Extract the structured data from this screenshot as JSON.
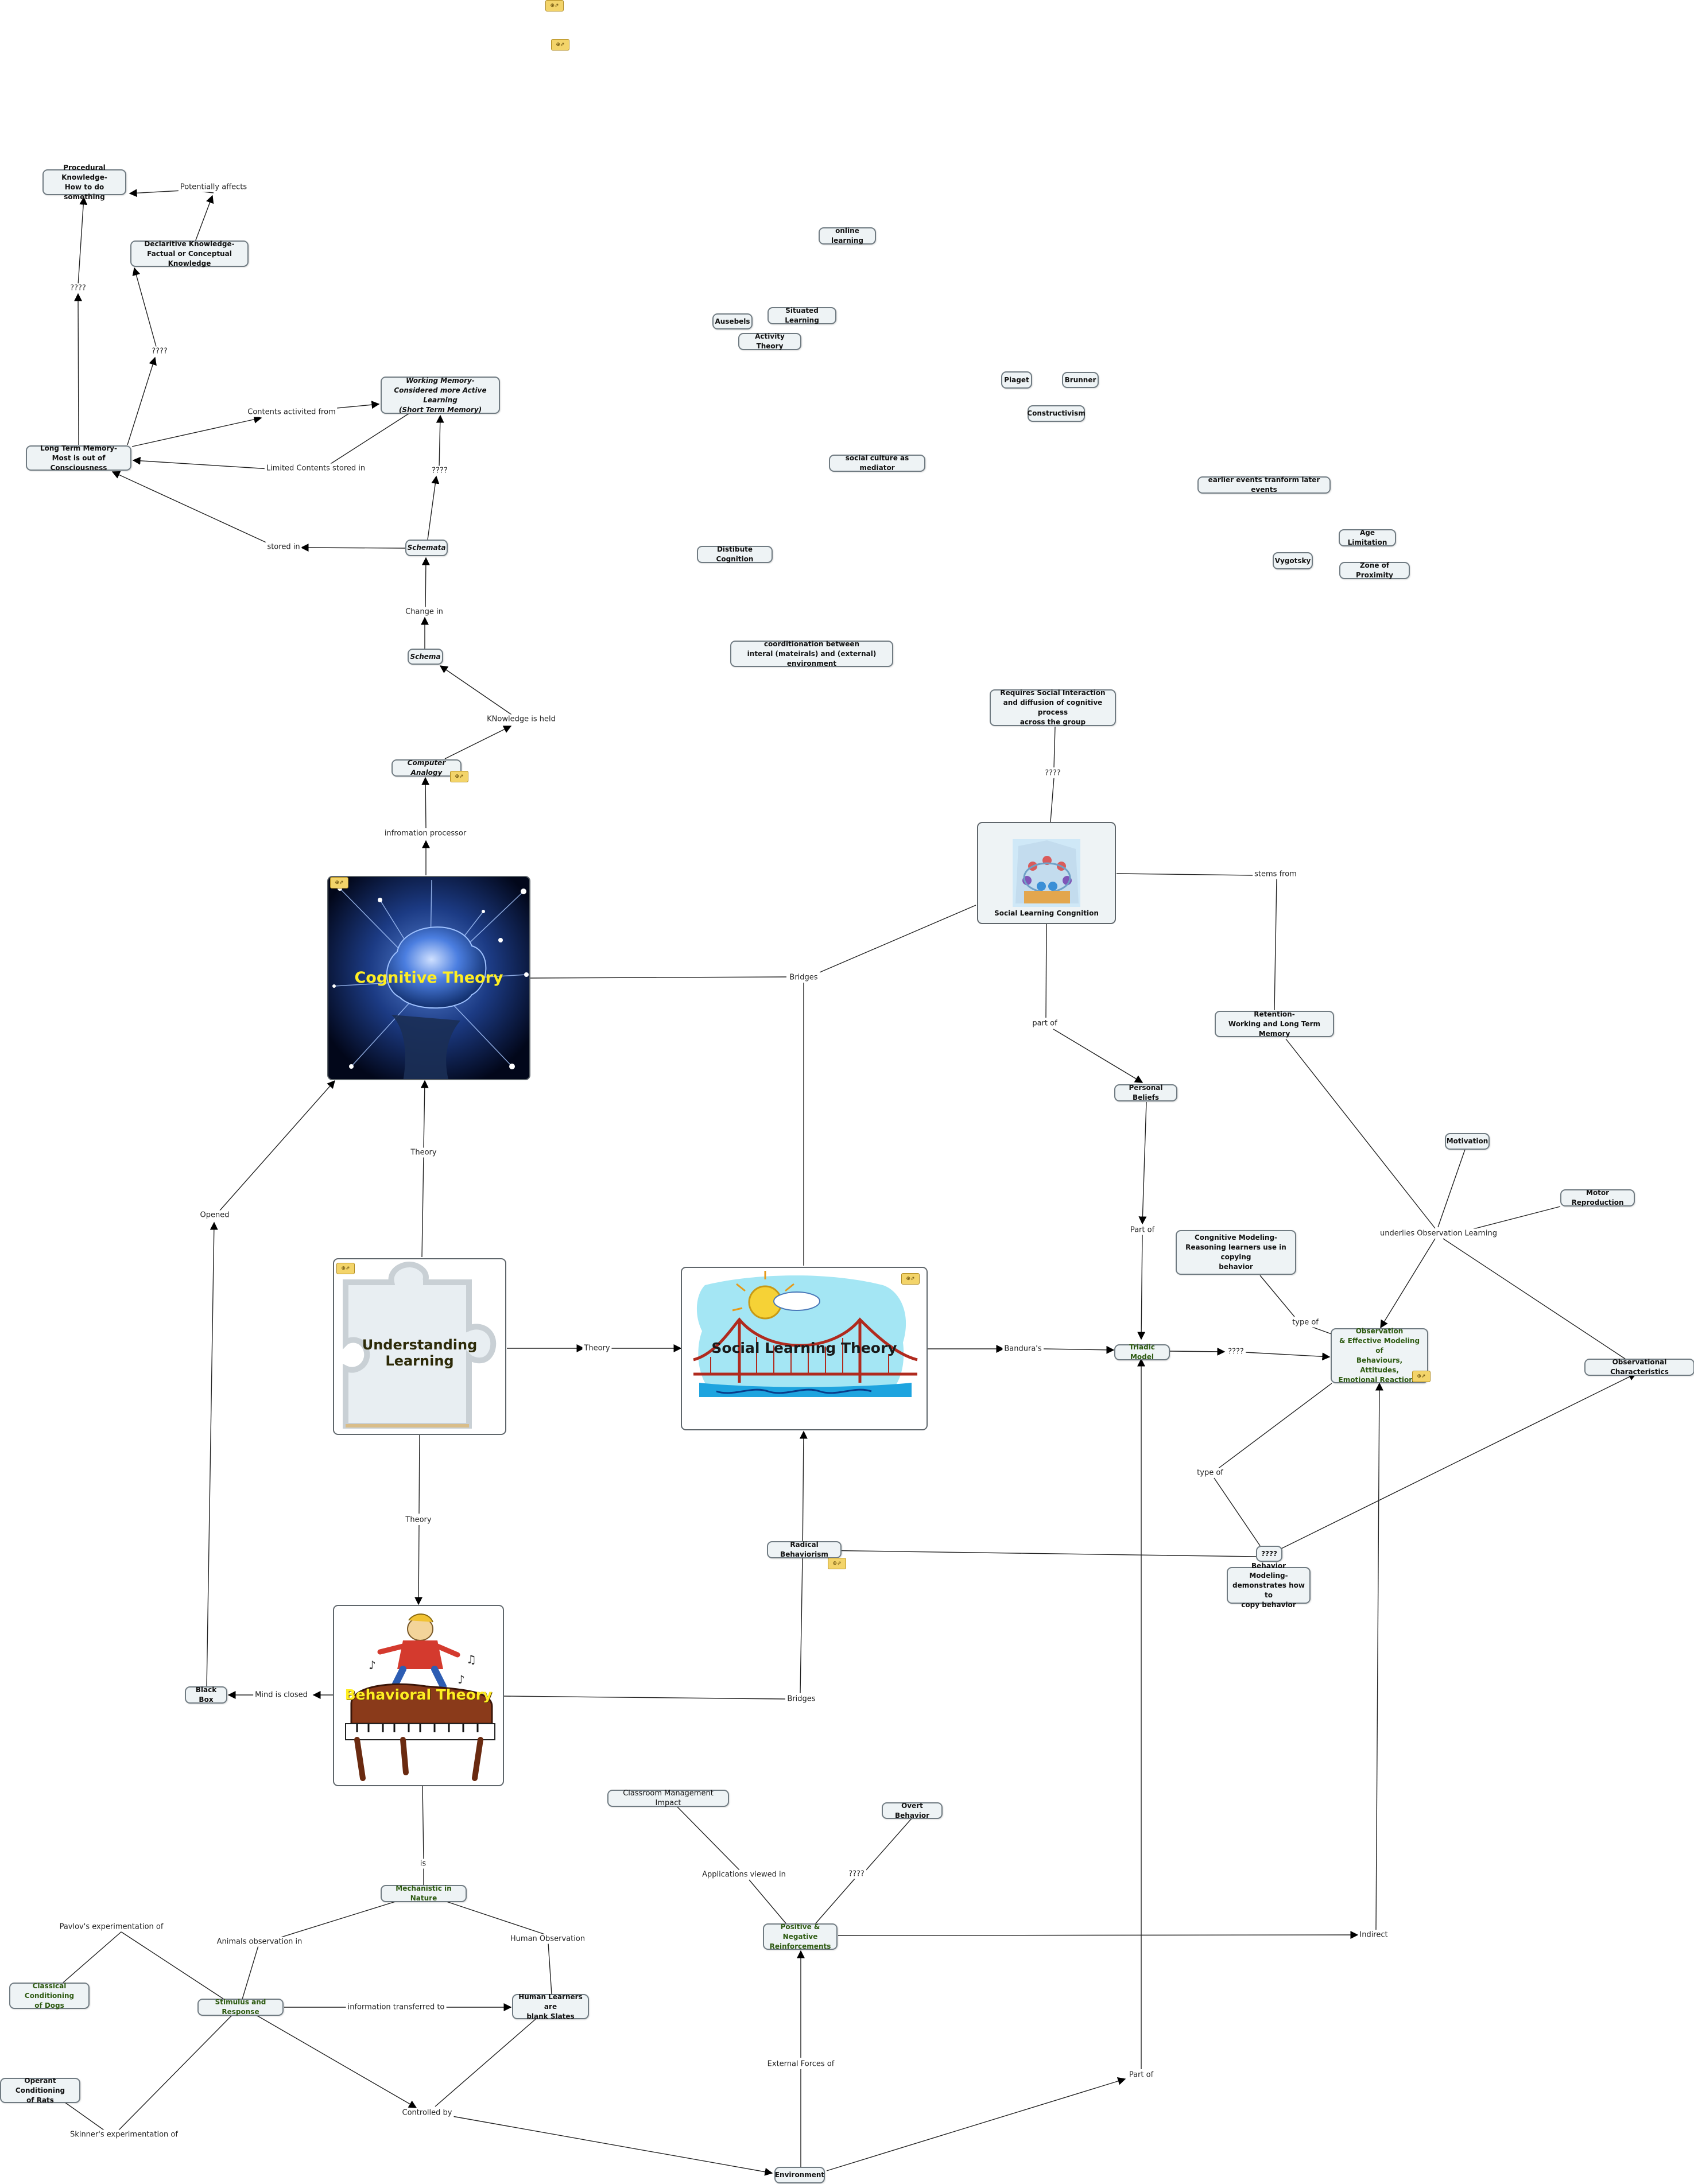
{
  "nodes": {
    "procedural": "Procedural Knowledge-\nHow to do something",
    "declarative": "Declaritive Knowledge-\nFactual or Conceptual Knowledge",
    "long_term": "Long Term Memory-\nMost is out of Consciousness",
    "working_memory": "Working Memory-\nConsidered more Active Learning\n(Short Term Memory)",
    "schemata": "Schemata",
    "schema": "Schema",
    "computer_analogy": "Computer Analogy",
    "online_learning": "online learning",
    "situated_learning": "Situated Learning",
    "ausebels": "Ausebels",
    "activity_theory": "Activity Theory",
    "piaget": "Piaget",
    "brunner": "Brunner",
    "constructivism": "Constructivism",
    "social_culture": "social culture as mediator",
    "earlier_events": "earlier events tranform later events",
    "age_limitation": "Age Limitation",
    "vygotsky": "Vygotsky",
    "zone_proximity": "Zone of Proximity",
    "distibute_cognition": "Distibute Cognition",
    "coordination": "coorditionation between\ninteral (mateirals) and (external) environment",
    "requires_social": "Requires Social Interaction\nand diffusion of cognitive process\nacross the group",
    "retention": "Retention-\nWorking and Long Term Memory",
    "personal_beliefs": "Personal Beliefs",
    "motivation": "Motivation",
    "motor_reproduction": "Motor Reproduction",
    "cognitive_modeling": "Congnitive Modeling-\nReasoning learners use in copying\nbehavior",
    "observation": "Observation\n& Effective Modeling of\nBehaviours, Attitudes,\nEmotional Reactions.",
    "triadic_model": "Triadic Model",
    "observational_characteristics": "Observational Characteristics",
    "question_node": "????",
    "behavior_modeling": "Behavior Modeling-\ndemonstrates how to\ncopy behavior",
    "radical_behaviorism": "Radical Behaviorism",
    "black_box": "Black Box",
    "classroom_mgmt": "Classroom Management Impact",
    "overt_behavior": "Overt Behavior",
    "mechanistic": "Mechanistic in Nature",
    "positive_negative": "Positive & Negative\nReinforcements",
    "classical_conditioning": "Classical Conditioning\nof Dogs",
    "stimulus_response": "Stimulus and Response",
    "human_learners": "Human Learners are\nblank Slates",
    "operant_conditioning": "Operant Conditioning\nof Rats",
    "environment": "Environment"
  },
  "cards": {
    "cognitive": "Cognitive Theory",
    "understanding": "Understanding Learning",
    "social": "Social Learning Theory",
    "behavioral": "Behavioral Theory",
    "social_cognition": "Social Learning Congnition"
  },
  "labels": {
    "potentially_affects": "Potentially affects",
    "q_long_proc": "????",
    "q_long_decl": "????",
    "contents_activited": "Contents activited from",
    "limited_contents": "Limited Contents stored in",
    "q_schemata_working": "????",
    "stored_in": "stored in",
    "change_in": "Change in",
    "knowledge_held": "KNowledge is held",
    "info_processor": "infromation processor",
    "q_social_cognition": "????",
    "stems_from": "stems from",
    "bridges_top": "Bridges",
    "part_of_beliefs": "part of",
    "part_of_triadic": "Part of",
    "underlies": "underlies Observation Learning",
    "type_of_cog": "type of",
    "theory_cognitive": "Theory",
    "opened": "Opened",
    "theory_social": "Theory",
    "banduras": "Bandura's",
    "q_triadic_obs": "????",
    "type_of_beh": "type of",
    "theory_behavioral": "Theory",
    "mind_closed": "Mind is closed",
    "bridges_bottom": "Bridges",
    "is": "is",
    "applications_viewed": "Applications viewed in",
    "q_overt": "????",
    "pavlovs": "Pavlov's experimentation of",
    "animals_obs": "Animals observation in",
    "human_obs": "Human Observation",
    "info_transferred": "information transferred to",
    "indirect": "Indirect",
    "external_forces": "External Forces of",
    "part_of_env": "Part of",
    "controlled_by": "Controlled by",
    "skinners": "Skinner's experimentation of"
  },
  "icon_label": "⊕⇗"
}
